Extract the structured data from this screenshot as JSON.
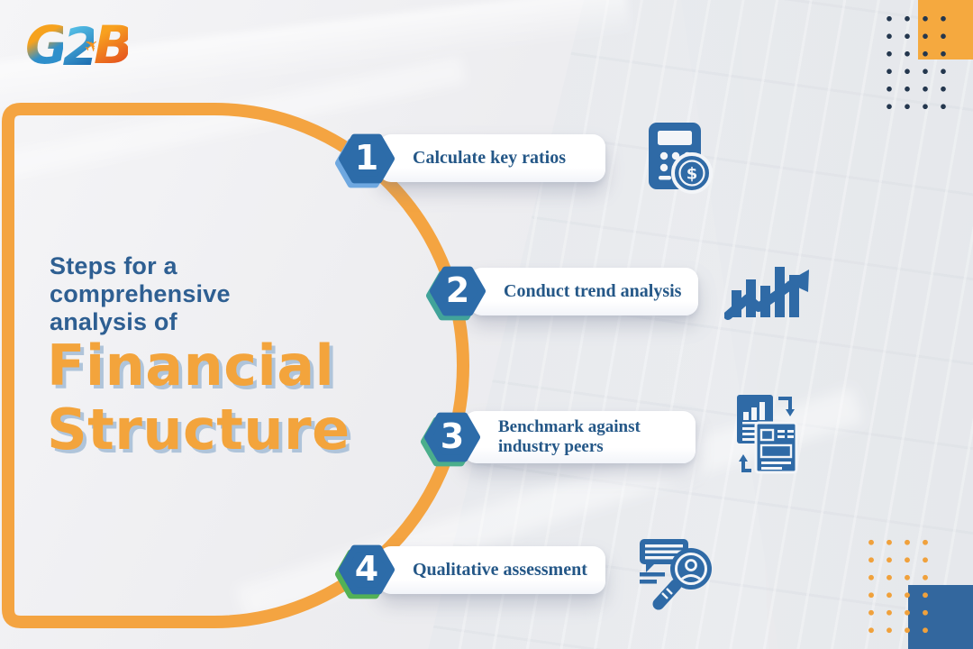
{
  "brand": {
    "logo": {
      "letter_g": "G",
      "letter_2": "2",
      "letter_b": "B",
      "plane_glyph": "✈"
    }
  },
  "title": {
    "intro_line_1": "Steps for a",
    "intro_line_2": "comprehensive",
    "intro_line_3": "analysis of",
    "main_line_1": "Financial",
    "main_line_2": "Structure"
  },
  "steps": [
    {
      "number": "1",
      "label": "Calculate key ratios",
      "icon": "calculator-dollar-icon",
      "icon_symbol": "$",
      "accent": "#6FA8E0"
    },
    {
      "number": "2",
      "label": "Conduct trend analysis",
      "icon": "trend-chart-arrow-icon",
      "accent": "#41A39A"
    },
    {
      "number": "3",
      "label": "Benchmark against industry peers",
      "icon": "benchmark-documents-icon",
      "accent": "#4BAE8C"
    },
    {
      "number": "4",
      "label": "Qualitative assessment",
      "icon": "magnifier-person-icon",
      "accent": "#53B156"
    }
  ],
  "colors": {
    "arc_orange": "#F4A441",
    "badge_blue": "#2D6CA9",
    "step_text_blue": "#245787",
    "intro_text_blue": "#2E5F92",
    "main_title_orange": "#F3A43C",
    "main_title_shadow": "#AFC4DA",
    "icon_blue": "#2F6AA6",
    "top_right_square": "#F5A93F",
    "top_right_dots": "#24374E",
    "bottom_right_square": "#33679E",
    "bottom_right_dots": "#F0A13C"
  }
}
